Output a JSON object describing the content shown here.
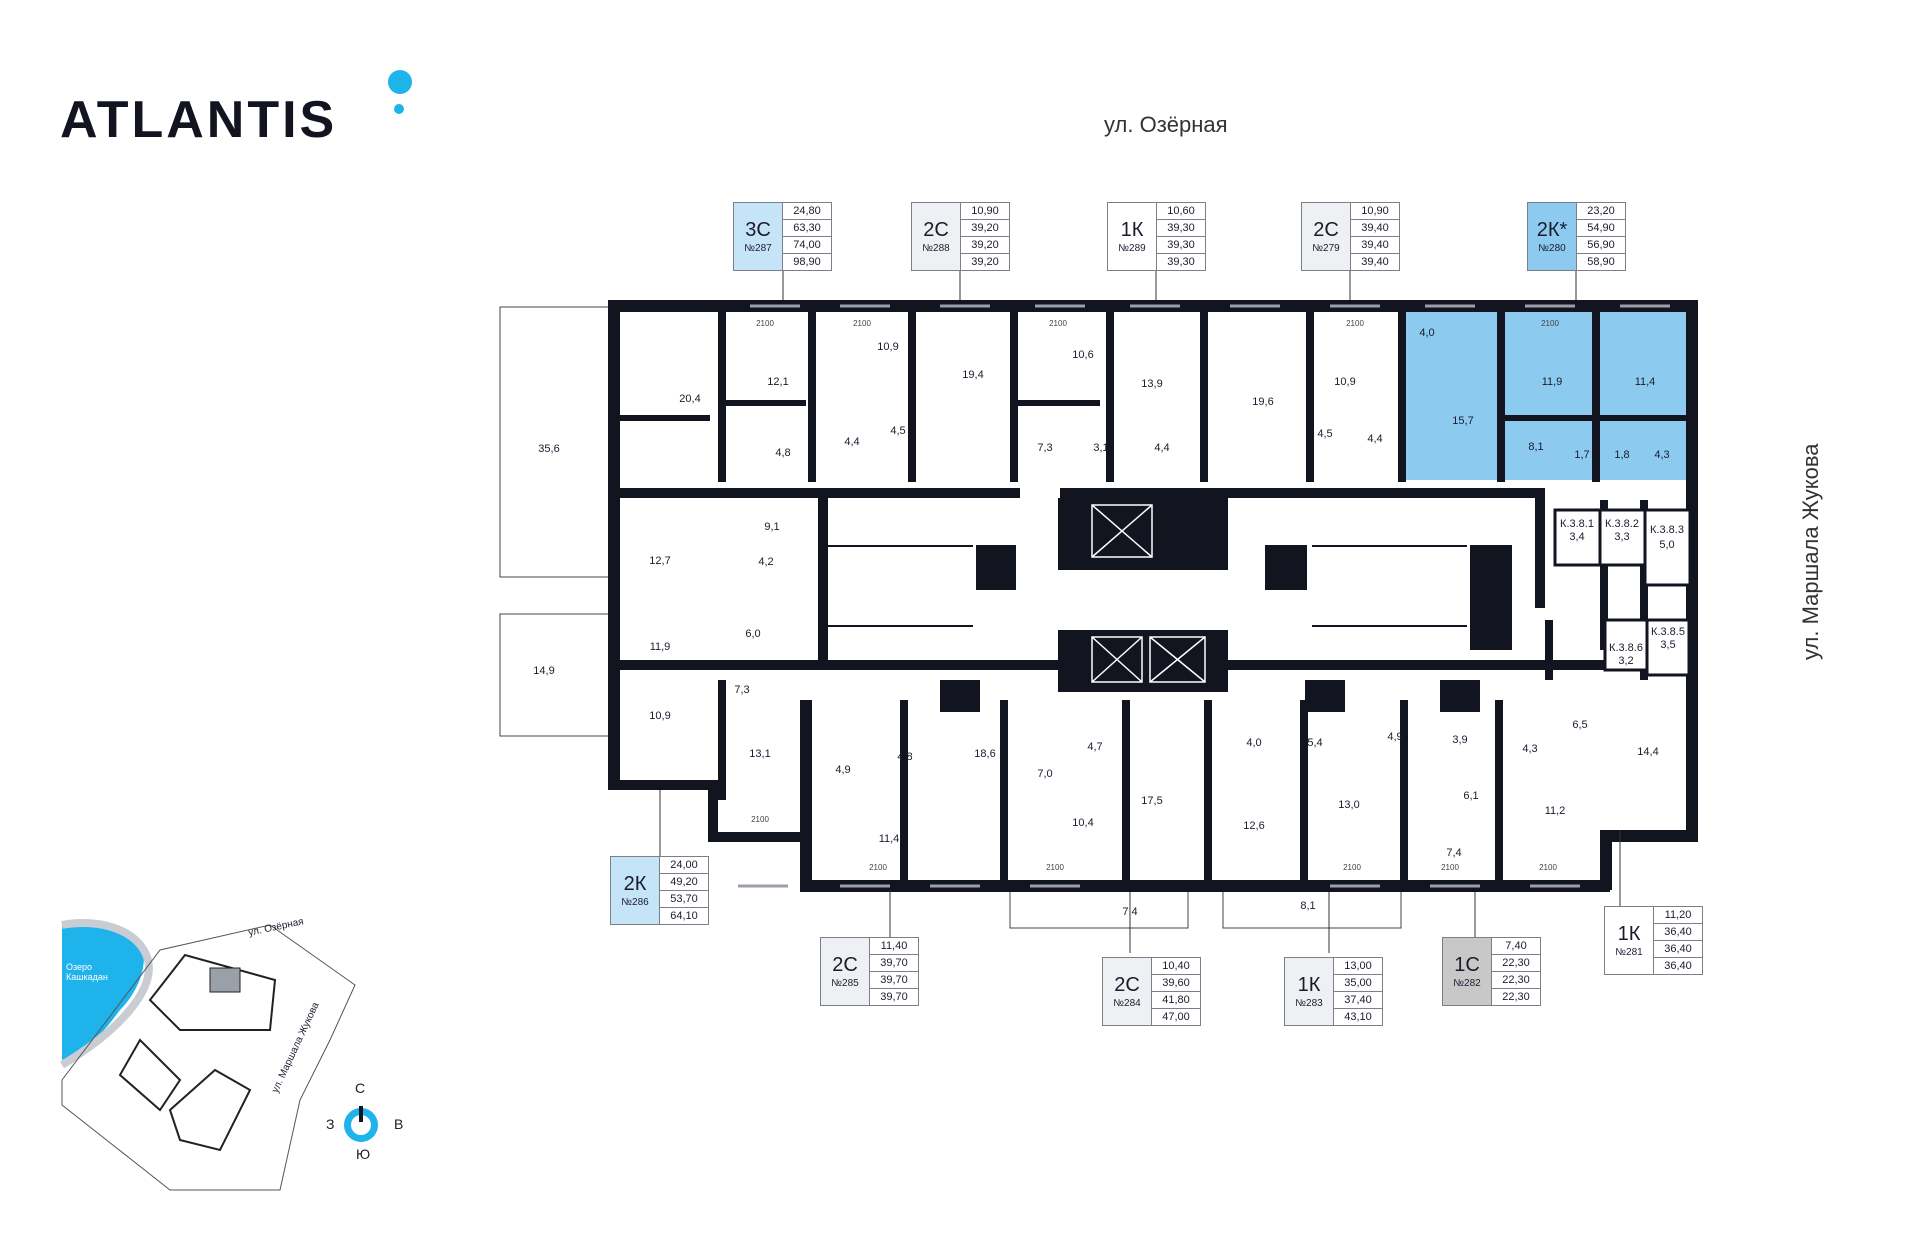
{
  "brand": {
    "logo": "ATLANTIS"
  },
  "streets": {
    "north": "ул. Озёрная",
    "east": "ул. Маршала Жукова"
  },
  "colors": {
    "accent": "#1fb3ec",
    "selected_apartment": "#8ccaef",
    "walls": "#12141f"
  },
  "apartments": [
    {
      "type": "3С",
      "number": "№287",
      "values": [
        "24,80",
        "63,30",
        "74,00",
        "98,90"
      ]
    },
    {
      "type": "2С",
      "number": "№288",
      "values": [
        "10,90",
        "39,20",
        "39,20",
        "39,20"
      ]
    },
    {
      "type": "1К",
      "number": "№289",
      "values": [
        "10,60",
        "39,30",
        "39,30",
        "39,30"
      ]
    },
    {
      "type": "2С",
      "number": "№279",
      "values": [
        "10,90",
        "39,40",
        "39,40",
        "39,40"
      ]
    },
    {
      "type": "2К*",
      "number": "№280",
      "values": [
        "23,20",
        "54,90",
        "56,90",
        "58,90"
      ]
    },
    {
      "type": "2К",
      "number": "№286",
      "values": [
        "24,00",
        "49,20",
        "53,70",
        "64,10"
      ]
    },
    {
      "type": "2С",
      "number": "№285",
      "values": [
        "11,40",
        "39,70",
        "39,70",
        "39,70"
      ]
    },
    {
      "type": "2С",
      "number": "№284",
      "values": [
        "10,40",
        "39,60",
        "41,80",
        "47,00"
      ]
    },
    {
      "type": "1К",
      "number": "№283",
      "values": [
        "13,00",
        "35,00",
        "37,40",
        "43,10"
      ]
    },
    {
      "type": "1С",
      "number": "№282",
      "values": [
        "7,40",
        "22,30",
        "22,30",
        "22,30"
      ]
    },
    {
      "type": "1К",
      "number": "№281",
      "values": [
        "11,20",
        "36,40",
        "36,40",
        "36,40"
      ]
    }
  ],
  "rooms": {
    "r1": "12,1",
    "r2": "10,9",
    "r3": "19,4",
    "r4": "10,6",
    "r5": "13,9",
    "r6": "19,6",
    "r7": "10,9",
    "r8": "4,0",
    "r9": "11,9",
    "r10": "11,4",
    "r11": "20,4",
    "r12": "4,8",
    "r13": "4,4",
    "r14": "4,5",
    "r15": "7,3",
    "r16": "3,1",
    "r17": "4,4",
    "r18": "4,5",
    "r19": "4,4",
    "r20": "15,7",
    "r21": "8,1",
    "r22": "1,7",
    "r23": "1,8",
    "r24": "4,3",
    "r25": "35,6",
    "r26": "12,7",
    "r27": "9,1",
    "r28": "4,2",
    "r29": "6,0",
    "r30": "11,9",
    "r31": "14,9",
    "r32": "7,3",
    "r33": "10,9",
    "r34": "13,1",
    "r35": "4,9",
    "r36": "4,8",
    "r37": "18,6",
    "r38": "11,4",
    "r39": "4,7",
    "r40": "7,0",
    "r41": "10,4",
    "r42": "17,5",
    "r43": "4,0",
    "r44": "5,4",
    "r45": "4,9",
    "r46": "3,9",
    "r47": "4,3",
    "r48": "6,5",
    "r49": "12,6",
    "r50": "13,0",
    "r51": "6,1",
    "r52": "11,2",
    "r53": "14,4",
    "r54": "7,4",
    "r55": "7,4",
    "r56": "8,1",
    "k1": "К.3.8.1",
    "k1v": "3,4",
    "k2": "К.3.8.2",
    "k2v": "3,3",
    "k3": "К.3.8.3",
    "k3v": "5,0",
    "k5": "К.3.8.5",
    "k5v": "3,5",
    "k6": "К.3.8.6",
    "k6v": "3,2",
    "win": "2100"
  },
  "minimap": {
    "street_north": "ул. Озёрная",
    "street_east": "ул. Маршала Жукова",
    "lake": "Озеро Кашкадан",
    "compass": {
      "n": "С",
      "s": "Ю",
      "w": "З",
      "e": "В"
    }
  }
}
